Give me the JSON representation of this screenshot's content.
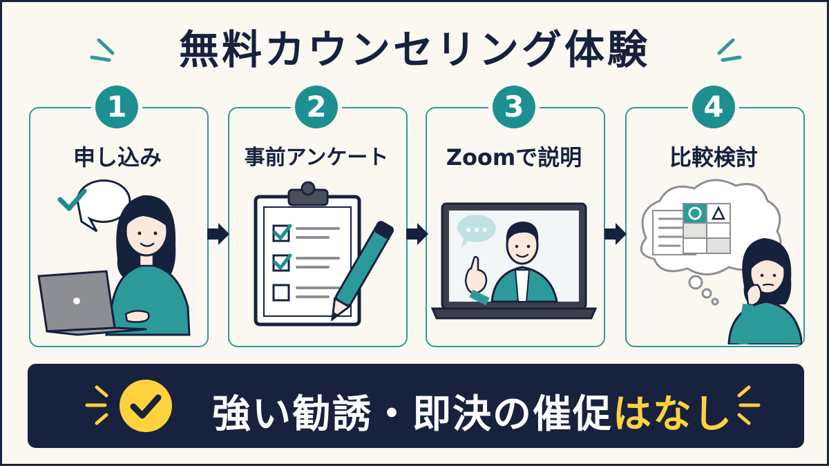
{
  "title": "無料カウンセリング体験",
  "steps": [
    {
      "number": "1",
      "label": "申し込み"
    },
    {
      "number": "2",
      "label": "事前アンケート"
    },
    {
      "number": "3",
      "label": "Zoomで説明"
    },
    {
      "number": "4",
      "label": "比較検討"
    }
  ],
  "banner": {
    "text_main": "強い勧誘・即決の催促",
    "text_highlight": "はなし"
  },
  "colors": {
    "teal": "#1d8f90",
    "navy": "#18223f",
    "yellow": "#ffd23d",
    "background": "#fbf8f1"
  }
}
